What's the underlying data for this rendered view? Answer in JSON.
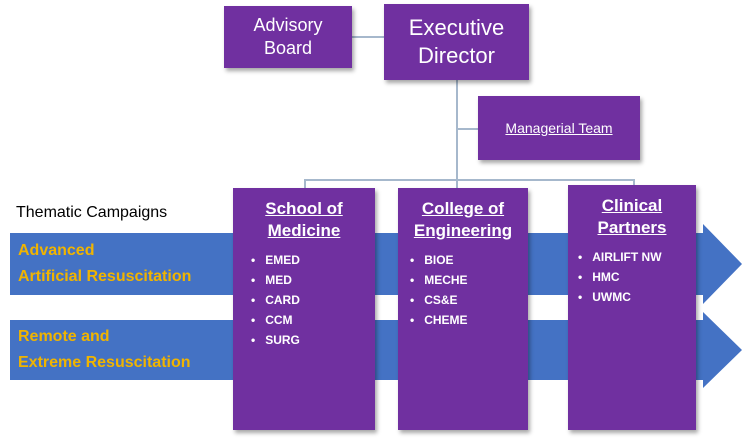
{
  "top": {
    "advisory_board": [
      "Advisory",
      "Board"
    ],
    "executive_director": [
      "Executive",
      "Director"
    ],
    "managerial_team": "Managerial Team"
  },
  "thematic_label": "Thematic Campaigns",
  "campaigns": [
    {
      "lines": [
        "Advanced",
        "Artificial Resuscitation"
      ]
    },
    {
      "lines": [
        "Remote and",
        "Extreme Resuscitation"
      ]
    }
  ],
  "columns": [
    {
      "title": [
        "School of",
        "Medicine"
      ],
      "items": [
        "EMED",
        "MED",
        "CARD",
        "CCM",
        "SURG"
      ]
    },
    {
      "title": [
        "College of",
        "Engineering"
      ],
      "items": [
        "BIOE",
        "MECHE",
        "CS&E",
        "CHEME"
      ]
    },
    {
      "title": [
        "Clinical",
        "Partners"
      ],
      "items": [
        "AIRLIFT NW",
        "HMC",
        "UWMC"
      ]
    }
  ],
  "colors": {
    "box": "#7030a0",
    "arrow": "#4472c4",
    "campaign_text": "#f0b400",
    "connector": "#a6b8cc"
  }
}
